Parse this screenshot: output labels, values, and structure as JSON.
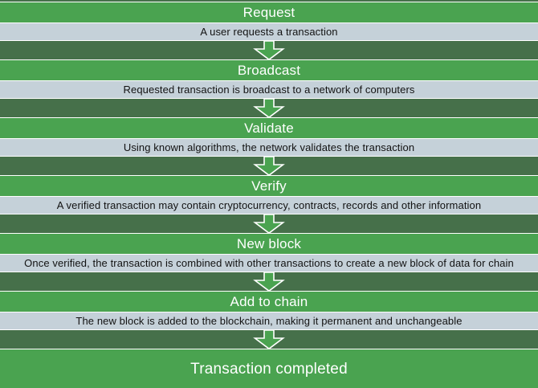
{
  "flowchart": {
    "steps": [
      {
        "title": "Request",
        "description": "A user requests a transaction"
      },
      {
        "title": "Broadcast",
        "description": "Requested transaction is broadcast to a network of computers"
      },
      {
        "title": "Validate",
        "description": "Using known algorithms, the network validates the transaction"
      },
      {
        "title": "Verify",
        "description": "A verified transaction may contain cryptocurrency, contracts, records and other information"
      },
      {
        "title": "New block",
        "description": "Once verified, the transaction is combined with other transactions to create a new block of data for chain"
      },
      {
        "title": "Add to chain",
        "description": "The new block is added to the blockchain, making it permanent and unchangeable"
      }
    ],
    "final_step": "Transaction completed",
    "colors": {
      "bright_green": "#4AA350",
      "dark_green": "#46704A",
      "band_gray": "#C5D1D9",
      "separator": "#FFFFFF",
      "header_text": "#FFFFFF",
      "body_text": "#121212"
    }
  }
}
